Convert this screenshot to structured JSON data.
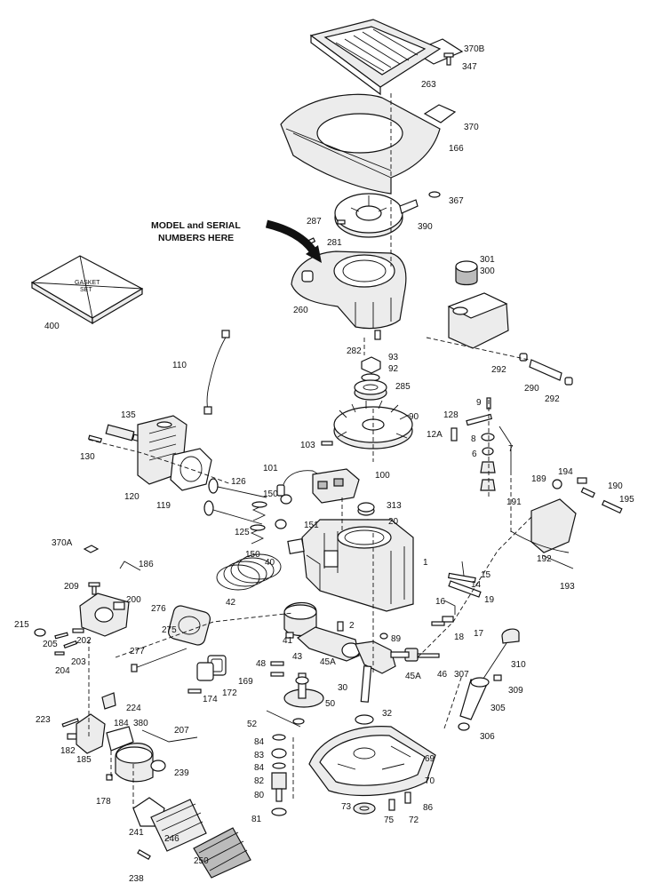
{
  "callout": {
    "line1": "MODEL and SERIAL",
    "line2": "NUMBERS HERE"
  },
  "gasket_kit": {
    "line1": "GASKET",
    "line2": "SET"
  },
  "parts": [
    {
      "id": "370b",
      "label": "370B"
    },
    {
      "id": "347",
      "label": "347"
    },
    {
      "id": "263",
      "label": "263"
    },
    {
      "id": "370",
      "label": "370"
    },
    {
      "id": "166",
      "label": "166"
    },
    {
      "id": "367",
      "label": "367"
    },
    {
      "id": "287",
      "label": "287"
    },
    {
      "id": "390",
      "label": "390"
    },
    {
      "id": "281",
      "label": "281"
    },
    {
      "id": "301",
      "label": "301"
    },
    {
      "id": "300",
      "label": "300"
    },
    {
      "id": "260",
      "label": "260"
    },
    {
      "id": "400",
      "label": "400"
    },
    {
      "id": "282",
      "label": "282"
    },
    {
      "id": "93",
      "label": "93"
    },
    {
      "id": "92",
      "label": "92"
    },
    {
      "id": "292a",
      "label": "292"
    },
    {
      "id": "290",
      "label": "290"
    },
    {
      "id": "292b",
      "label": "292"
    },
    {
      "id": "110",
      "label": "110"
    },
    {
      "id": "285",
      "label": "285"
    },
    {
      "id": "9",
      "label": "9"
    },
    {
      "id": "128",
      "label": "128"
    },
    {
      "id": "90",
      "label": "90"
    },
    {
      "id": "135",
      "label": "135"
    },
    {
      "id": "12a",
      "label": "12A"
    },
    {
      "id": "8",
      "label": "8"
    },
    {
      "id": "7",
      "label": "7"
    },
    {
      "id": "130",
      "label": "130"
    },
    {
      "id": "103",
      "label": "103"
    },
    {
      "id": "6",
      "label": "6"
    },
    {
      "id": "101",
      "label": "101"
    },
    {
      "id": "100",
      "label": "100"
    },
    {
      "id": "194",
      "label": "194"
    },
    {
      "id": "120",
      "label": "120"
    },
    {
      "id": "126",
      "label": "126"
    },
    {
      "id": "189",
      "label": "189"
    },
    {
      "id": "190",
      "label": "190"
    },
    {
      "id": "119",
      "label": "119"
    },
    {
      "id": "150a",
      "label": "150"
    },
    {
      "id": "313",
      "label": "313"
    },
    {
      "id": "191",
      "label": "191"
    },
    {
      "id": "195",
      "label": "195"
    },
    {
      "id": "20",
      "label": "20"
    },
    {
      "id": "125",
      "label": "125"
    },
    {
      "id": "151",
      "label": "151"
    },
    {
      "id": "370a",
      "label": "370A"
    },
    {
      "id": "150b",
      "label": "150"
    },
    {
      "id": "40",
      "label": "40"
    },
    {
      "id": "192",
      "label": "192"
    },
    {
      "id": "1",
      "label": "1"
    },
    {
      "id": "186",
      "label": "186"
    },
    {
      "id": "15",
      "label": "15"
    },
    {
      "id": "14",
      "label": "14"
    },
    {
      "id": "193",
      "label": "193"
    },
    {
      "id": "209",
      "label": "209"
    },
    {
      "id": "42",
      "label": "42"
    },
    {
      "id": "19",
      "label": "19"
    },
    {
      "id": "200",
      "label": "200"
    },
    {
      "id": "276",
      "label": "276"
    },
    {
      "id": "16",
      "label": "16"
    },
    {
      "id": "215",
      "label": "215"
    },
    {
      "id": "17",
      "label": "17"
    },
    {
      "id": "2",
      "label": "2"
    },
    {
      "id": "202",
      "label": "202"
    },
    {
      "id": "205",
      "label": "205"
    },
    {
      "id": "18",
      "label": "18"
    },
    {
      "id": "275",
      "label": "275"
    },
    {
      "id": "41",
      "label": "41"
    },
    {
      "id": "89",
      "label": "89"
    },
    {
      "id": "203",
      "label": "203"
    },
    {
      "id": "43",
      "label": "43"
    },
    {
      "id": "310",
      "label": "310"
    },
    {
      "id": "277",
      "label": "277"
    },
    {
      "id": "204",
      "label": "204"
    },
    {
      "id": "45a1",
      "label": "45A"
    },
    {
      "id": "45a2",
      "label": "45A"
    },
    {
      "id": "46",
      "label": "46"
    },
    {
      "id": "48",
      "label": "48"
    },
    {
      "id": "172",
      "label": "172"
    },
    {
      "id": "307",
      "label": "307"
    },
    {
      "id": "169",
      "label": "169"
    },
    {
      "id": "309",
      "label": "309"
    },
    {
      "id": "174",
      "label": "174"
    },
    {
      "id": "30",
      "label": "30"
    },
    {
      "id": "224",
      "label": "224"
    },
    {
      "id": "50",
      "label": "50"
    },
    {
      "id": "305",
      "label": "305"
    },
    {
      "id": "52",
      "label": "52"
    },
    {
      "id": "223",
      "label": "223"
    },
    {
      "id": "32",
      "label": "32"
    },
    {
      "id": "184",
      "label": "184"
    },
    {
      "id": "380",
      "label": "380"
    },
    {
      "id": "207",
      "label": "207"
    },
    {
      "id": "306",
      "label": "306"
    },
    {
      "id": "182",
      "label": "182"
    },
    {
      "id": "84a",
      "label": "84"
    },
    {
      "id": "185",
      "label": "185"
    },
    {
      "id": "83",
      "label": "83"
    },
    {
      "id": "239",
      "label": "239"
    },
    {
      "id": "69",
      "label": "69"
    },
    {
      "id": "84b",
      "label": "84"
    },
    {
      "id": "178",
      "label": "178"
    },
    {
      "id": "82",
      "label": "82"
    },
    {
      "id": "70",
      "label": "70"
    },
    {
      "id": "80",
      "label": "80"
    },
    {
      "id": "73",
      "label": "73"
    },
    {
      "id": "86",
      "label": "86"
    },
    {
      "id": "81",
      "label": "81"
    },
    {
      "id": "75",
      "label": "75"
    },
    {
      "id": "72",
      "label": "72"
    },
    {
      "id": "241",
      "label": "241"
    },
    {
      "id": "246",
      "label": "246"
    },
    {
      "id": "250",
      "label": "250"
    },
    {
      "id": "238",
      "label": "238"
    }
  ]
}
